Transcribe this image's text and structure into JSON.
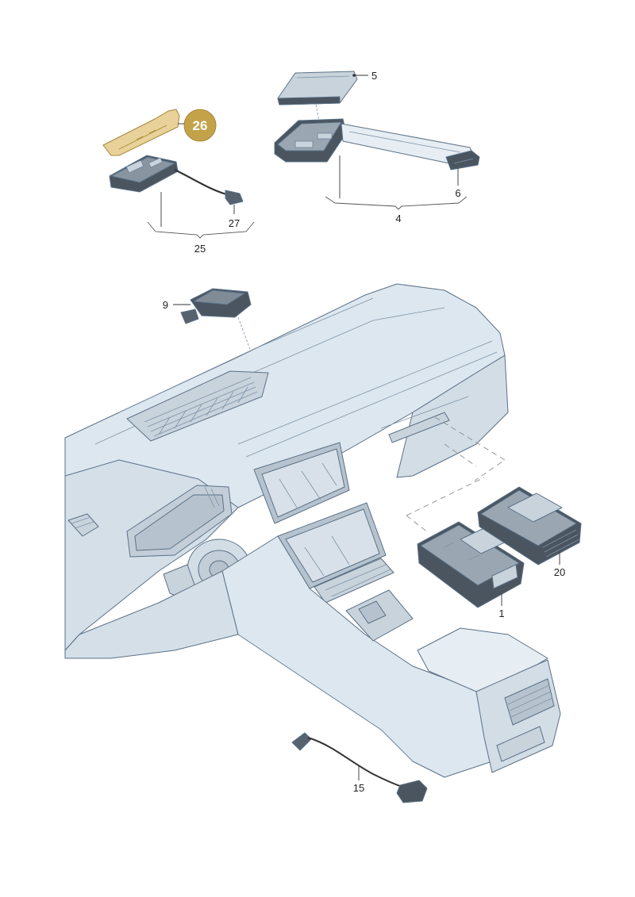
{
  "callouts": {
    "p1": "1",
    "p4": "4",
    "p5": "5",
    "p6": "6",
    "p9": "9",
    "p15": "15",
    "p20": "20",
    "p25": "25",
    "p26": "26",
    "p27": "27"
  },
  "colors": {
    "highlight_badge": "#c4a24a",
    "highlight_part": "#e8d29a",
    "dashboard_fill": "#dde7ef",
    "part_dark": "#4a5560",
    "part_light": "#c9d3dc"
  }
}
